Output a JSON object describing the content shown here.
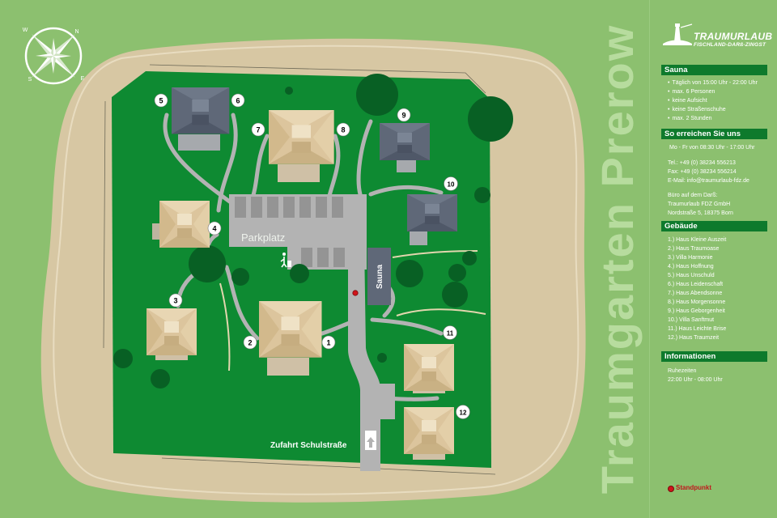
{
  "map": {
    "title": "Traumgarten Prerow",
    "parking_label": "Parkplatz",
    "sauna_label": "Sauna",
    "entrance_label": "Zufahrt Schulstraße",
    "compass": {
      "n": "N",
      "s": "S",
      "e": "E",
      "w": "W"
    },
    "house_numbers": [
      "1",
      "2",
      "3",
      "4",
      "5",
      "6",
      "7",
      "8",
      "9",
      "10",
      "11",
      "12"
    ]
  },
  "brand": {
    "name": "TRAUMURLAUB",
    "subtitle": "FISCHLAND-DARß-ZINGST"
  },
  "sections": {
    "sauna": {
      "title": "Sauna",
      "items": [
        "Täglich von 15:00 Uhr - 22:00 Uhr",
        "max. 6 Personen",
        "keine Aufsicht",
        "keine Straßenschuhe",
        "max. 2 Stunden"
      ]
    },
    "contact": {
      "title": "So erreichen Sie uns",
      "hours": "Mo - Fr von 08:30 Uhr - 17:00 Uhr",
      "phone": "Tel.: +49 (0) 38234 556213",
      "fax": "Fax: +49 (0) 38234 556214",
      "email": "E-Mail: info@traumurlaub-fdz.de",
      "office_title": "Büro auf dem Darß:",
      "office_company": "Traumurlaub FDZ GmbH",
      "office_address": "Nordstraße 5, 18375 Born"
    },
    "buildings": {
      "title": "Gebäude",
      "items": [
        "1.) Haus Kleine Auszeit",
        "2.) Haus Traumoase",
        "3.) Villa Harmonie",
        "4.) Haus Hoffnung",
        "5.) Haus Unschuld",
        "6.) Haus Leidenschaft",
        "7.) Haus Abendsonne",
        "8.) Haus Morgensonne",
        "9.) Haus Geborgenheit",
        "10.) Villa Sanftmut",
        "11.) Haus Leichte Brise",
        "12.) Haus Traumzeit"
      ]
    },
    "info": {
      "title": "Informationen",
      "line1": "Ruhezeiten",
      "line2": "22:00 Uhr - 08:00 Uhr"
    }
  },
  "legend": {
    "location_label": "Standpunkt"
  },
  "colors": {
    "background": "#8cc06f",
    "lawn": "#0e8a32",
    "sand": "#d7c7a3",
    "road": "#b3b3b3",
    "beige_roof": "#dcc59d",
    "gray_roof": "#5f6878",
    "tree": "#086024",
    "section_header": "#0e7a2c",
    "marker": "#d0141a"
  }
}
